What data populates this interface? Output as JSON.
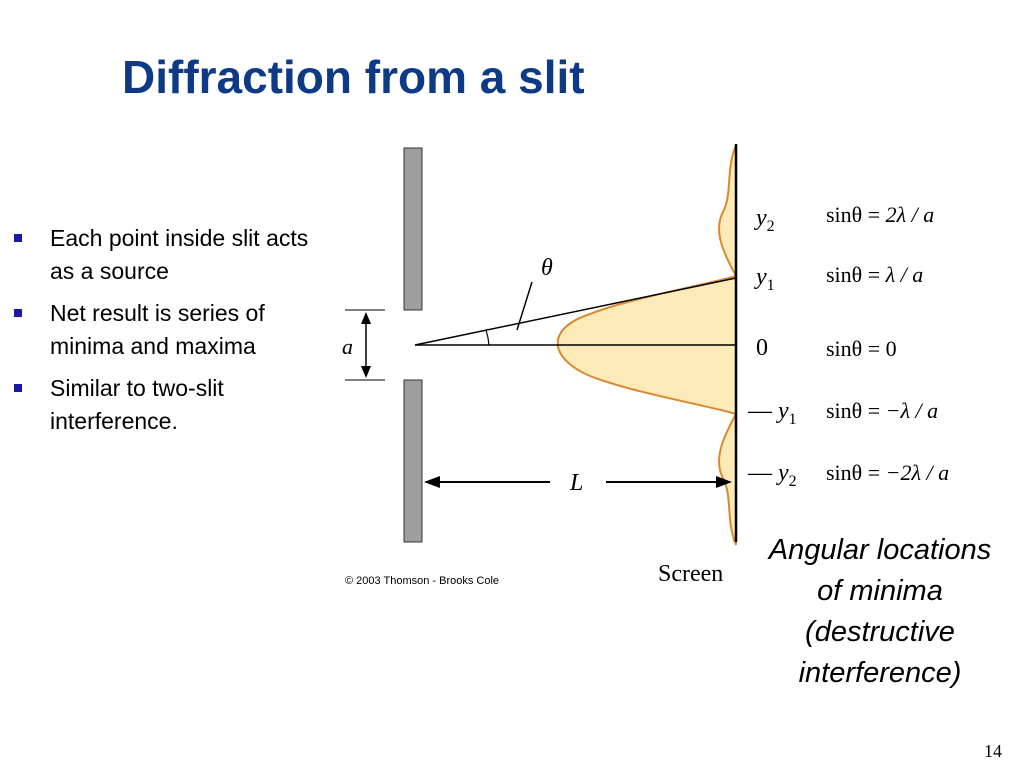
{
  "slide": {
    "title": "Diffraction from a slit",
    "bullets": [
      "Each point inside slit acts as a source",
      "Net result is series of minima and maxima",
      "Similar to two-slit interference."
    ],
    "caption": "Angular locations of minima (destructive interference)",
    "page_number": "14"
  },
  "diagram": {
    "slit_width_label": "a",
    "angle_label": "θ",
    "distance_label": "L",
    "screen_label": "Screen",
    "copyright": "© 2003 Thomson - Brooks Cole",
    "positions": [
      {
        "prefix": "",
        "var": "y",
        "sub": "2",
        "eq_left": "sinθ = ",
        "eq_right": "2λ / a"
      },
      {
        "prefix": "",
        "var": "y",
        "sub": "1",
        "eq_left": "sinθ = ",
        "eq_right": "λ / a"
      },
      {
        "prefix": "",
        "var": "0",
        "sub": "",
        "eq_left": "sinθ = ",
        "eq_right": "0"
      },
      {
        "prefix": "— ",
        "var": "y",
        "sub": "1",
        "eq_left": "sinθ = ",
        "eq_right": "−λ / a"
      },
      {
        "prefix": "— ",
        "var": "y",
        "sub": "2",
        "eq_left": "sinθ = ",
        "eq_right": "−2λ / a"
      }
    ],
    "colors": {
      "barrier": "#9e9e9e",
      "pattern_fill": "#fcebb8",
      "pattern_stroke": "#d9892e",
      "title": "#0d3a86"
    }
  }
}
